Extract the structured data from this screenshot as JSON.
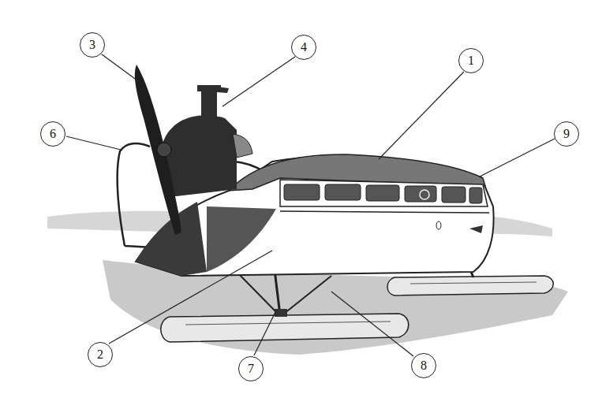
{
  "diagram": {
    "nodes": [
      {
        "text": [
          "3"
        ]
      },
      {
        "text": [
          "4"
        ]
      },
      {
        "text": [
          "1"
        ]
      },
      {
        "text": [
          "6"
        ]
      },
      {
        "text": [
          "9"
        ]
      },
      {
        "text": [
          "2"
        ]
      },
      {
        "text": [
          "7"
        ]
      },
      {
        "text": [
          "8"
        ]
      }
    ]
  }
}
